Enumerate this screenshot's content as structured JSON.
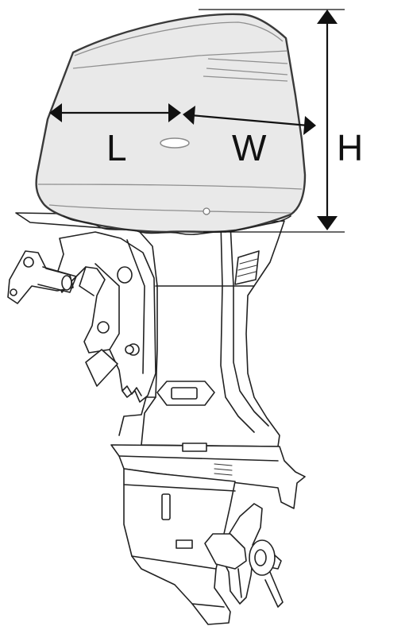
{
  "labels": {
    "length": "L",
    "width": "W",
    "height": "H"
  },
  "colors": {
    "cover_fill": "#e9e9e9",
    "cover_stroke": "#3a3a3a",
    "line": "#222222",
    "background": "#ffffff"
  }
}
